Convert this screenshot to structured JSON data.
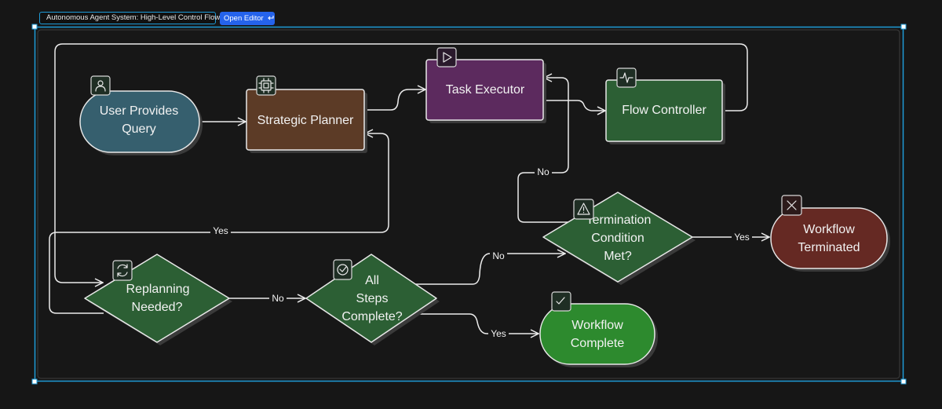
{
  "header": {
    "title": "Autonomous Agent System: High-Level Control Flow",
    "title_icon": "flow-icon",
    "open_editor_label": "Open Editor",
    "open_editor_icon": "return-arrow-icon"
  },
  "colors": {
    "selection": "#1e9bd7",
    "button": "#2563eb",
    "user_query": "#365f6e",
    "planner": "#5c3b26",
    "executor": "#5c2a5e",
    "controller": "#2c5f34",
    "decision": "#2c5f34",
    "terminated": "#652923",
    "complete": "#2d8a2e"
  },
  "nodes": {
    "user_query": {
      "line1": "User Provides",
      "line2": "Query",
      "icon": "user-icon"
    },
    "planner": {
      "label": "Strategic Planner",
      "icon": "cpu-icon"
    },
    "executor": {
      "label": "Task Executor",
      "icon": "play-icon"
    },
    "controller": {
      "label": "Flow Controller",
      "icon": "activity-icon"
    },
    "termination": {
      "line1": "Termination",
      "line2": "Condition",
      "line3": "Met?",
      "icon": "warning-icon"
    },
    "terminated": {
      "line1": "Workflow",
      "line2": "Terminated",
      "icon": "close-icon"
    },
    "replanning": {
      "line1": "Replanning",
      "line2": "Needed?",
      "icon": "refresh-icon"
    },
    "steps": {
      "line1": "All",
      "line2": "Steps",
      "line3": "Complete?",
      "icon": "check-circle-icon"
    },
    "complete": {
      "line1": "Workflow",
      "line2": "Complete",
      "icon": "check-icon"
    }
  },
  "edges": {
    "replan_yes": "Yes",
    "replan_no": "No",
    "steps_no": "No",
    "steps_yes": "Yes",
    "term_no": "No",
    "term_yes": "Yes"
  }
}
